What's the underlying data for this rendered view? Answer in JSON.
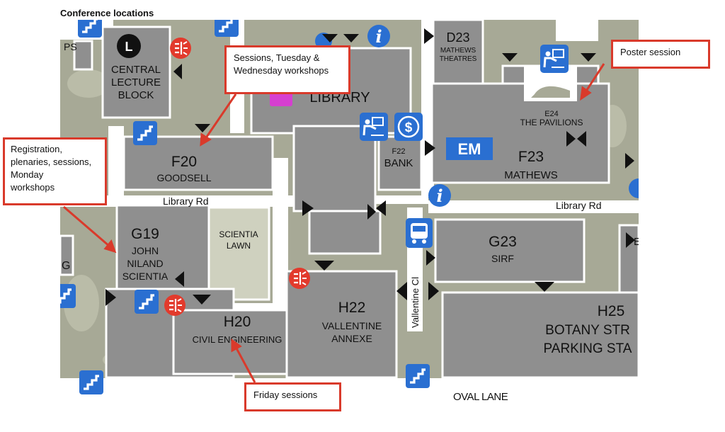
{
  "title": "Conference locations",
  "colors": {
    "building": "#8f8f8f",
    "vegetation": "#a7a996",
    "road": "#ffffff",
    "lawn": "#cfd1bf",
    "callout_border": "#d93a2b",
    "icon_blue": "#2a6fd1",
    "icon_red": "#e23a2c",
    "icon_magenta": "#d63fd0"
  },
  "buildings": {
    "clb": {
      "line1": "CENTRAL",
      "line2": "LECTURE",
      "line3": "BLOCK"
    },
    "library": {
      "name": "LIBRARY"
    },
    "d23": {
      "code": "D23",
      "line1": "MATHEWS",
      "line2": "THEATRES"
    },
    "e24": {
      "code": "E24",
      "name": "THE PAVILIONS"
    },
    "f20": {
      "code": "F20",
      "name": "GOODSELL"
    },
    "f22": {
      "code": "F22",
      "name": "BANK"
    },
    "f23": {
      "code": "F23",
      "name": "MATHEWS",
      "sign": "EM"
    },
    "g19": {
      "code": "G19",
      "line1": "JOHN",
      "line2": "NILAND",
      "line3": "SCIENTIA"
    },
    "scientia_lawn": {
      "line1": "SCIENTIA",
      "line2": "LAWN"
    },
    "g23": {
      "code": "G23",
      "name": "SIRF"
    },
    "h20": {
      "code": "H20",
      "name": "CIVIL ENGINEERING"
    },
    "h22": {
      "code": "H22",
      "line1": "VALLENTINE",
      "line2": "ANNEXE"
    },
    "h25": {
      "code": "H25",
      "line1": "BOTANY STR",
      "line2": "PARKING STA"
    }
  },
  "edge_labels": {
    "ps": "PS",
    "g": "G",
    "e": "E"
  },
  "roads": {
    "library_rd_left": "Library Rd",
    "library_rd_right": "Library Rd",
    "vallentine_cl": "Vallentine Cl",
    "oval_lane": "OVAL LANE"
  },
  "callouts": {
    "sessions": {
      "line1": "Sessions, Tuesday &",
      "line2": "Wednesday workshops"
    },
    "poster": {
      "line1": "Poster session"
    },
    "registration": {
      "line1": "Registration,",
      "line2": "plenaries, sessions,",
      "line3": "Monday",
      "line4": "workshops"
    },
    "friday": {
      "line1": "Friday sessions"
    }
  },
  "icons": {
    "info": "i",
    "bank": "$",
    "building_l": "L"
  }
}
